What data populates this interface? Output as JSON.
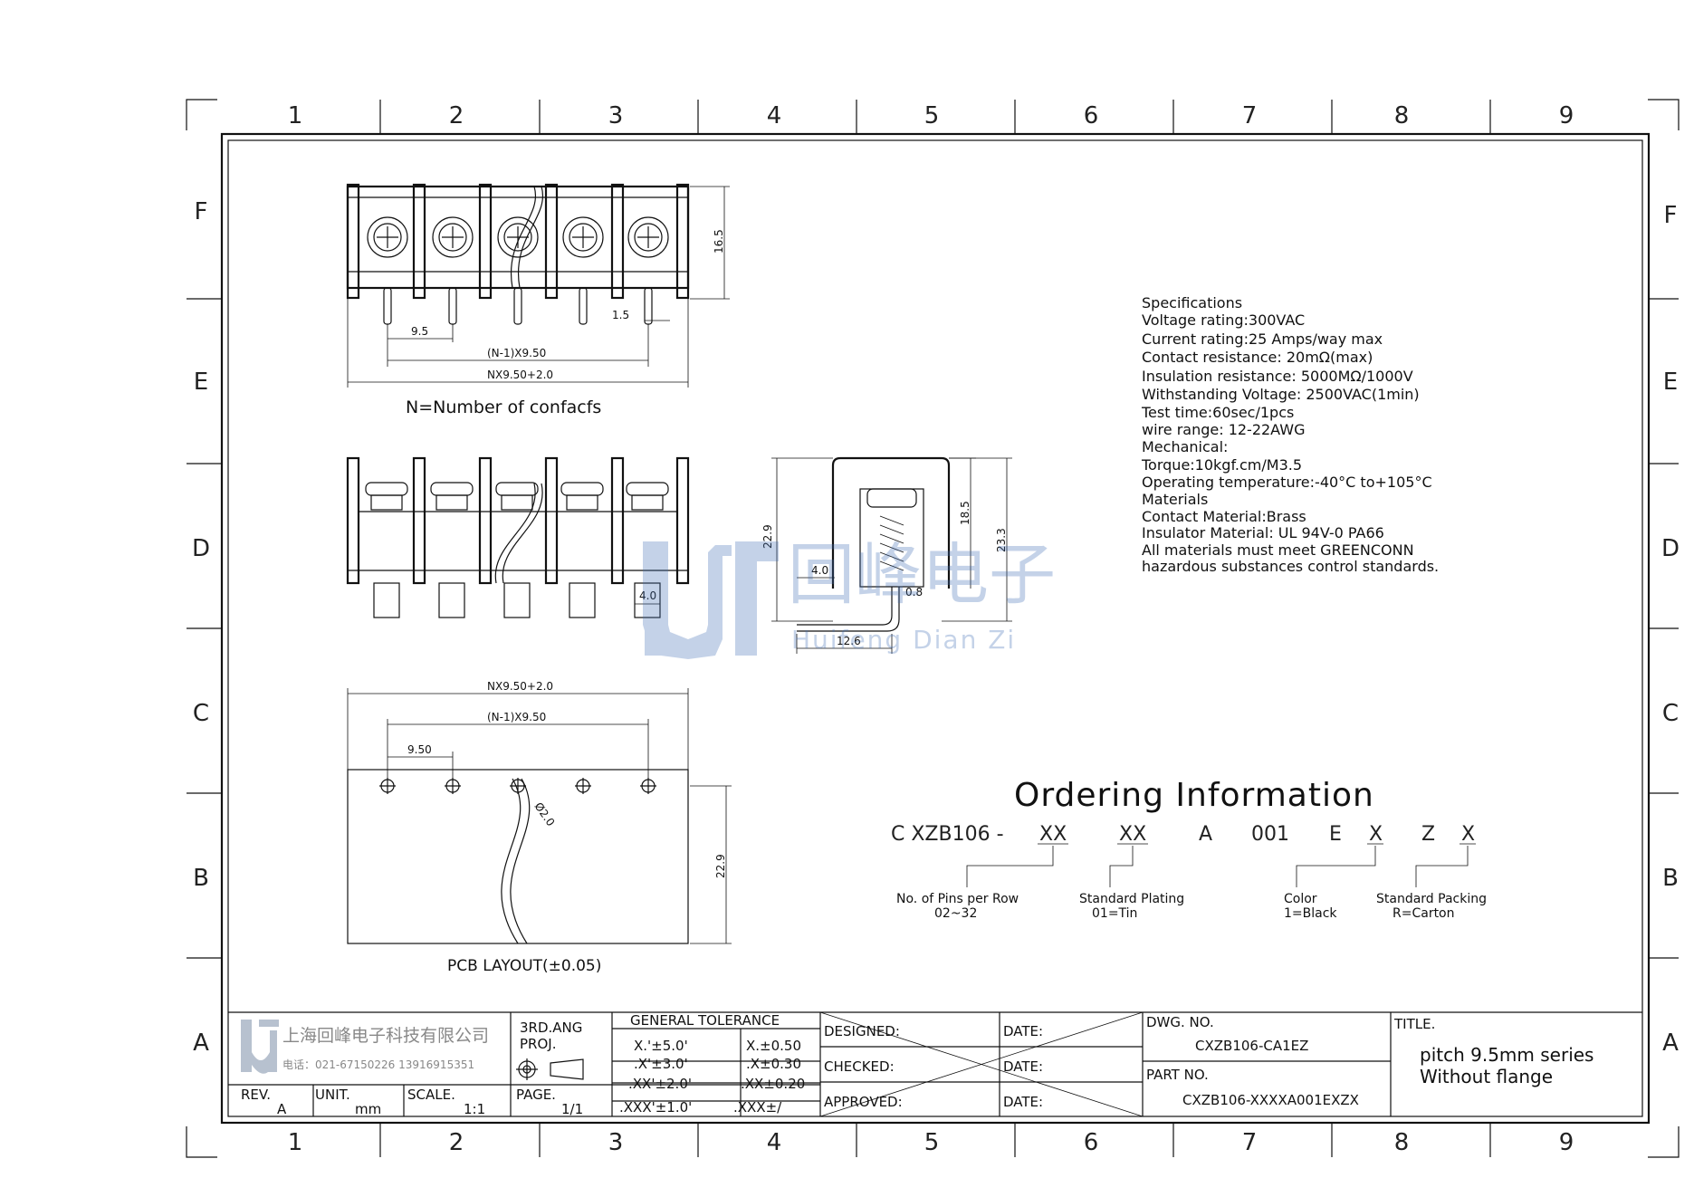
{
  "zones": {
    "columns": [
      "1",
      "2",
      "3",
      "4",
      "5",
      "6",
      "7",
      "8",
      "9"
    ],
    "rows": [
      "F",
      "E",
      "D",
      "C",
      "B",
      "A"
    ]
  },
  "top_view": {
    "dim_height": "16.5",
    "dim_pitch": "9.5",
    "dim_pin": "1.5",
    "dim_span": "(N-1)X9.50",
    "dim_total": "NX9.50+2.0",
    "caption": "N=Number  of  confacfs"
  },
  "front_view": {
    "dim_pin": "4.0"
  },
  "side_view": {
    "dim_left_height": "22.9",
    "dim_inner_height": "18.5",
    "dim_total_height": "23.3",
    "dim_pin_offset": "4.0",
    "dim_thickness": "0.8",
    "dim_depth": "12.6"
  },
  "pcb_layout": {
    "dim_total": "NX9.50+2.0",
    "dim_span": "(N-1)X9.50",
    "dim_pitch": "9.50",
    "dim_hole": "Ø2.0",
    "dim_height": "22.9",
    "caption": "PCB  LAYOUT(±0.05)"
  },
  "specifications": [
    "Specifications",
    "Voltage  rating:300VAC",
    "Current  rating:25  Amps/way  max",
    "Contact  resistance:  20mΩ(max)",
    "Insulation  resistance:  5000MΩ/1000V",
    "Withstanding  Voltage:  2500VAC(1min)",
    "Test  time:60sec/1pcs",
    "wire  range:  12-22AWG",
    "Mechanical:",
    "Torque:10kgf.cm/M3.5",
    "Operating  temperature:-40°C  to+105°C",
    "Materials",
    "Contact  Material:Brass",
    "Insulator  Material:  UL  94V-0  PA66",
    "All  materials  must  meet  GREENCONN",
    "hazardous  substances  control  standards."
  ],
  "watermark": {
    "cn": "回峰电子",
    "en": "Huifeng Dian Zi"
  },
  "ordering": {
    "title": "Ordering  Information",
    "code_parts": [
      "C  XZB106  -",
      "XX",
      "XX",
      "A",
      "001",
      "E",
      "X",
      "Z",
      "X"
    ],
    "labels": [
      {
        "line1": "No.  of  Pins  per  Row",
        "line2": "02~32"
      },
      {
        "line1": "Standard  Plating",
        "line2": "01=Tin"
      },
      {
        "line1": "Color",
        "line2": "1=Black"
      },
      {
        "line1": "Standard  Packing",
        "line2": "R=Carton"
      }
    ]
  },
  "title_block": {
    "company_cn": "上海回峰电子科技有限公司",
    "company_phone": "电话：021-67150226  13916915351",
    "projection_label1": "3RD.ANG",
    "projection_label2": "PROJ.",
    "tolerance_title": "GENERAL  TOLERANCE",
    "tolerance_rows": [
      [
        "X.'±5.0'",
        "X.±0.50"
      ],
      [
        ".X'±3.0'",
        ".X±0.30"
      ],
      [
        ".XX'±2.0'",
        ".XX±0.20"
      ],
      [
        ".XXX'±1.0'",
        ".XXX±/"
      ]
    ],
    "rev_label": "REV.",
    "rev_value": "A",
    "unit_label": "UNIT.",
    "unit_value": "mm",
    "scale_label": "SCALE.",
    "scale_value": "1:1",
    "page_label": "PAGE.",
    "page_value": "1/1",
    "designed_label": "DESIGNED:",
    "checked_label": "CHECKED:",
    "approved_label": "APPROVED:",
    "date_label": "DATE:",
    "dwg_no_label": "DWG.  NO.",
    "dwg_no_value": "CXZB106-CA1EZ",
    "part_no_label": "PART  NO.",
    "part_no_value": "CXZB106-XXXXA001EXZX",
    "title_label": "TITLE.",
    "title_line1": "pitch  9.5mm  series",
    "title_line2": "Without  flange"
  }
}
